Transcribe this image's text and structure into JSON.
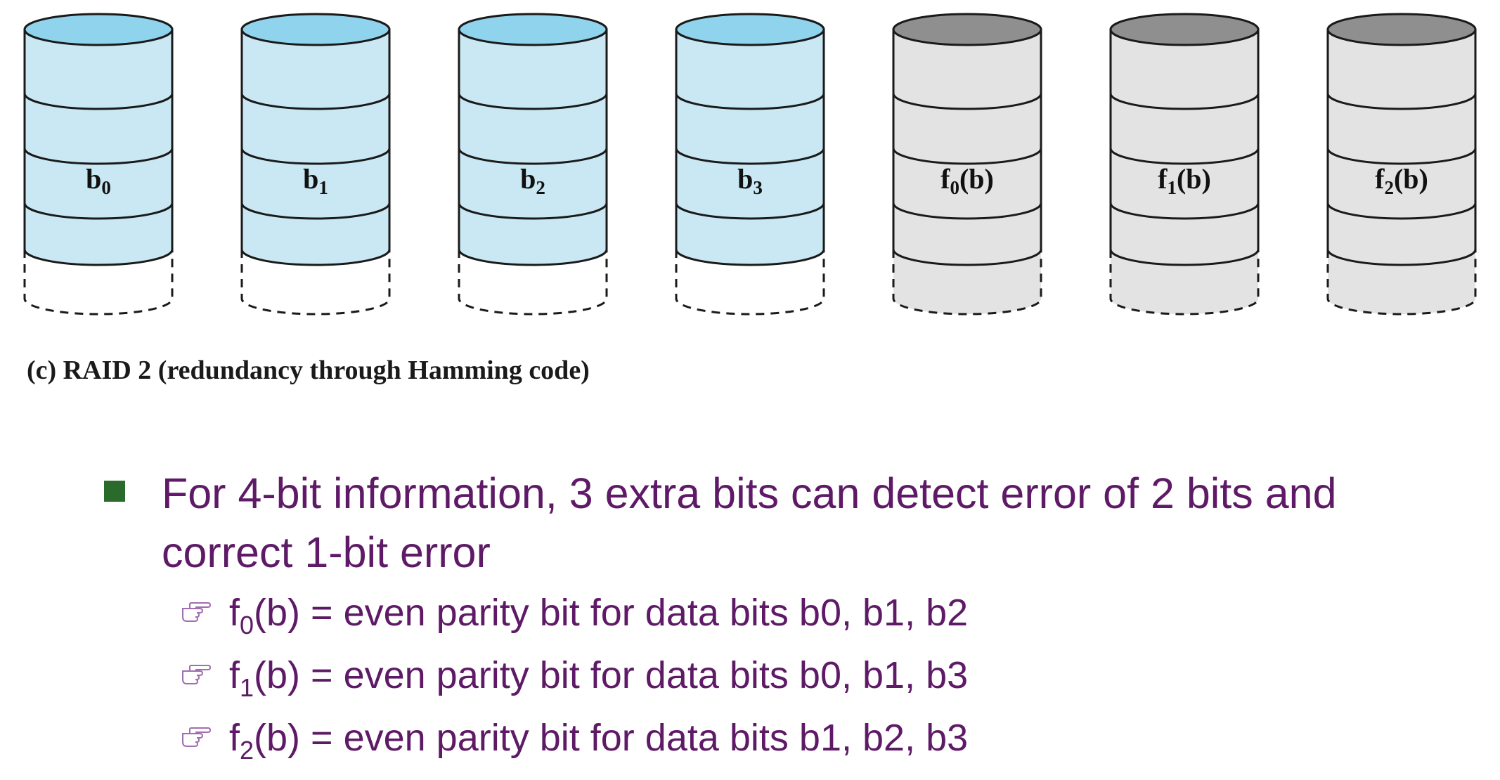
{
  "disks": [
    {
      "base": "b",
      "sub": "0",
      "suffix": "",
      "kind": "data"
    },
    {
      "base": "b",
      "sub": "1",
      "suffix": "",
      "kind": "data"
    },
    {
      "base": "b",
      "sub": "2",
      "suffix": "",
      "kind": "data"
    },
    {
      "base": "b",
      "sub": "3",
      "suffix": "",
      "kind": "data"
    },
    {
      "base": "f",
      "sub": "0",
      "suffix": "(b)",
      "kind": "check"
    },
    {
      "base": "f",
      "sub": "1",
      "suffix": "(b)",
      "kind": "check"
    },
    {
      "base": "f",
      "sub": "2",
      "suffix": "(b)",
      "kind": "check"
    }
  ],
  "colors": {
    "data_body": "#c9e8f3",
    "data_top": "#8fd3ec",
    "check_body": "#e3e3e3",
    "check_top": "#8f8f8f",
    "text_purple": "#5e1a66",
    "bullet_green": "#2a6a2a"
  },
  "caption": "(c) RAID 2 (redundancy through Hamming code)",
  "bullet": {
    "text": "For 4-bit information, 3 extra bits can detect error of 2 bits and correct 1-bit error",
    "icon": "square-bullet"
  },
  "sub_bullets": [
    {
      "fn": "f",
      "sub": "0",
      "text": "(b) = even parity bit for data bits b0, b1, b2",
      "icon": "pointing-hand-icon"
    },
    {
      "fn": "f",
      "sub": "1",
      "text": "(b) = even parity bit for data bits b0, b1, b3",
      "icon": "pointing-hand-icon"
    },
    {
      "fn": "f",
      "sub": "2",
      "text": "(b) = even parity bit for data bits b1, b2, b3",
      "icon": "pointing-hand-icon"
    }
  ]
}
